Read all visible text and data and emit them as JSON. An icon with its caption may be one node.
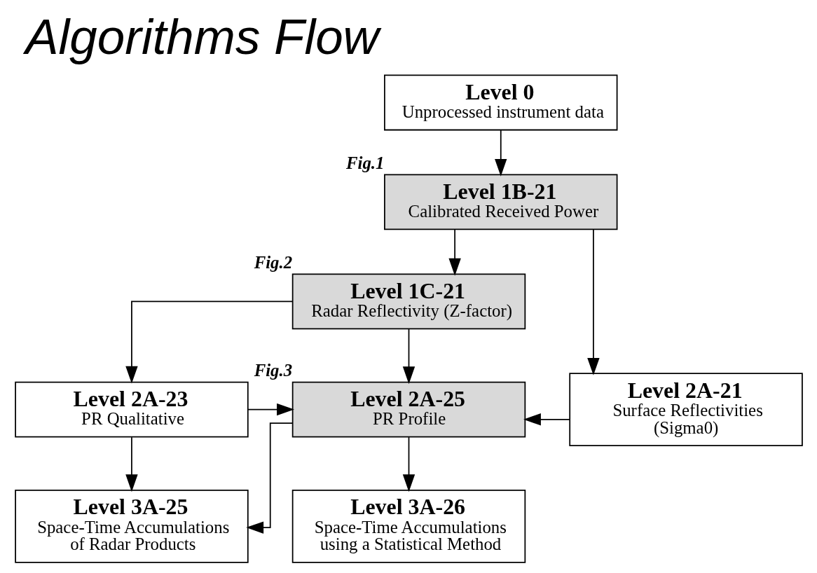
{
  "diagram": {
    "title": "Algorithms Flow",
    "nodes": [
      {
        "text": [
          "Level 0",
          "Unprocessed instrument data"
        ]
      },
      {
        "text": [
          "Level 1B-21",
          "Calibrated Received Power"
        ],
        "beside": [
          "Fig.1"
        ]
      },
      {
        "text": [
          "Level 1C-21",
          "Radar Reflectivity (Z-factor)"
        ],
        "beside": [
          "Fig.2"
        ]
      },
      {
        "text": [
          "Level 2A-23",
          "PR Qualitative"
        ]
      },
      {
        "text": [
          "Level 2A-25",
          "PR Profile"
        ],
        "beside": [
          "Fig.3"
        ]
      },
      {
        "text": [
          "Level 2A-21",
          "Surface Reflectivities (Sigma0)"
        ]
      },
      {
        "text": [
          "Level 3A-25",
          "Space-Time Accumulations of Radar Products"
        ]
      },
      {
        "text": [
          "Level 3A-26",
          "Space-Time Accumulations using a Statistical Method"
        ]
      }
    ],
    "edges": [
      {
        "from": 0,
        "to": 1,
        "arrow": "to"
      },
      {
        "from": 1,
        "to": 2,
        "arrow": "to"
      },
      {
        "from": 1,
        "to": 5,
        "arrow": "to"
      },
      {
        "from": 2,
        "to": 3,
        "arrow": "to"
      },
      {
        "from": 2,
        "to": 4,
        "arrow": "to"
      },
      {
        "from": 3,
        "to": 4,
        "arrow": "to"
      },
      {
        "from": 5,
        "to": 4,
        "arrow": "to"
      },
      {
        "from": 3,
        "to": 6,
        "arrow": "to"
      },
      {
        "from": 4,
        "to": 6,
        "arrow": "to"
      },
      {
        "from": 4,
        "to": 7,
        "arrow": "to"
      }
    ]
  }
}
